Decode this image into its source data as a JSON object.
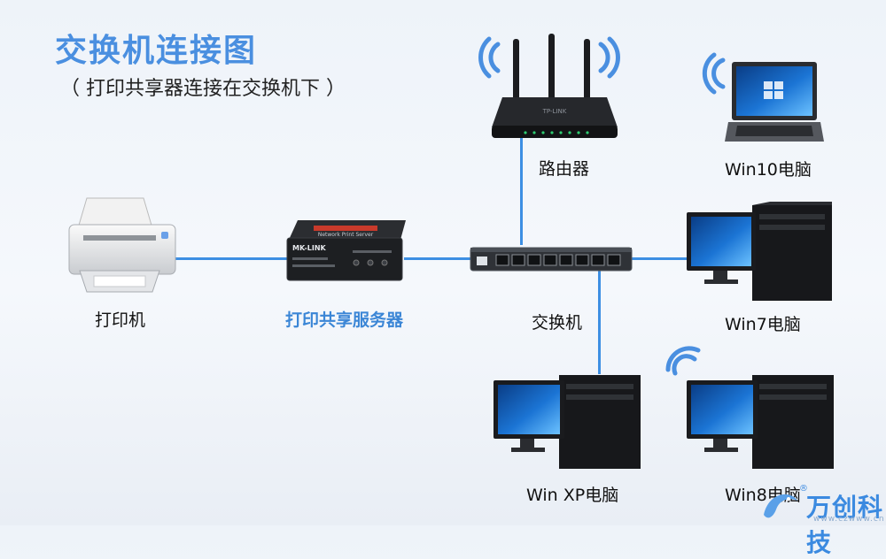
{
  "title": "交换机连接图",
  "subtitle": "（ 打印共享器连接在交换机下 ）",
  "devices": {
    "printer": "打印机",
    "print_server": "打印共享服务器",
    "print_server_brand": "MK-LINK",
    "print_server_text": "Network Print Server",
    "switch": "交换机",
    "router": "路由器",
    "router_brand": "TP-LINK",
    "win10": "Win10电脑",
    "win7": "Win7电脑",
    "winxp": "Win XP电脑",
    "win8": "Win8电脑"
  },
  "logo": {
    "name": "万创科技",
    "url": "www.czwww.cn",
    "mark": "®"
  },
  "colors": {
    "accent": "#3d8fe3",
    "title": "#4a8fe0"
  }
}
